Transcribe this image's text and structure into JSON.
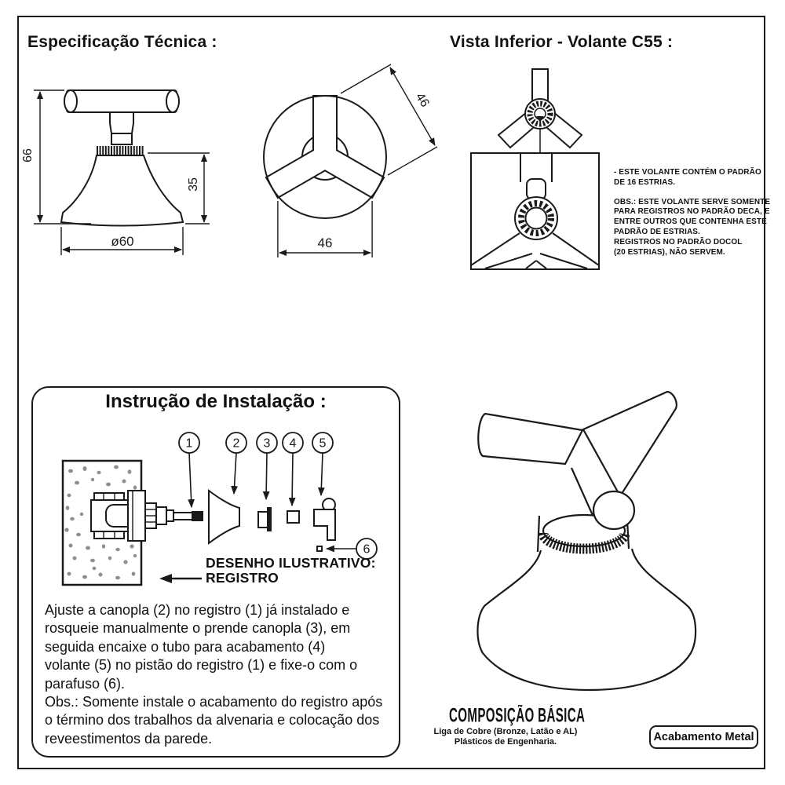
{
  "header": {
    "spec_title": "Especificação Técnica :",
    "vista_title": "Vista Inferior - Volante C55 :"
  },
  "side_view": {
    "dim_height": "66",
    "dim_base_height": "35",
    "dim_diameter": "ø60"
  },
  "top_view": {
    "dim_diagonal": "46",
    "dim_width": "46"
  },
  "vista_notes": {
    "para1": [
      "- ESTE VOLANTE CONTÉM O PADRÃO",
      "DE 16 ESTRIAS."
    ],
    "para2": [
      "OBS.: ESTE VOLANTE SERVE SOMENTE",
      "PARA REGISTROS NO PADRÃO DECA, E",
      "ENTRE OUTROS QUE CONTENHA ESTE",
      "PADRÃO DE ESTRIAS.",
      "REGISTROS NO PADRÃO DOCOL",
      "(20 ESTRIAS), NÃO SERVEM."
    ]
  },
  "install": {
    "title": "Instrução de Instalação :",
    "callouts": [
      "1",
      "2",
      "3",
      "4",
      "5",
      "6"
    ],
    "caption_line1": "DESENHO ILUSTRATIVO:",
    "caption_line2": "REGISTRO",
    "body_para1": [
      "Ajuste a canopla (2) no registro (1) já instalado e",
      "rosqueie manualmente o prende canopla (3), em",
      "seguida encaixe o tubo para acabamento (4)",
      "volante (5) no pistão do registro (1) e fixe-o com o",
      "parafuso (6)."
    ],
    "body_para2": [
      "Obs.: Somente instale o acabamento do registro após",
      "o término dos trabalhos da alvenaria e colocação dos",
      "reveestimentos da parede."
    ]
  },
  "composition": {
    "title": "COMPOSIÇÃO BÁSICA",
    "line1": "Liga de Cobre (Bronze, Latão e AL)",
    "line2": "Plásticos de Engenharia.",
    "badge": "Acabamento Metal"
  },
  "colors": {
    "ink": "#1a1a1a",
    "wall_dot": "#8f8f8f"
  }
}
